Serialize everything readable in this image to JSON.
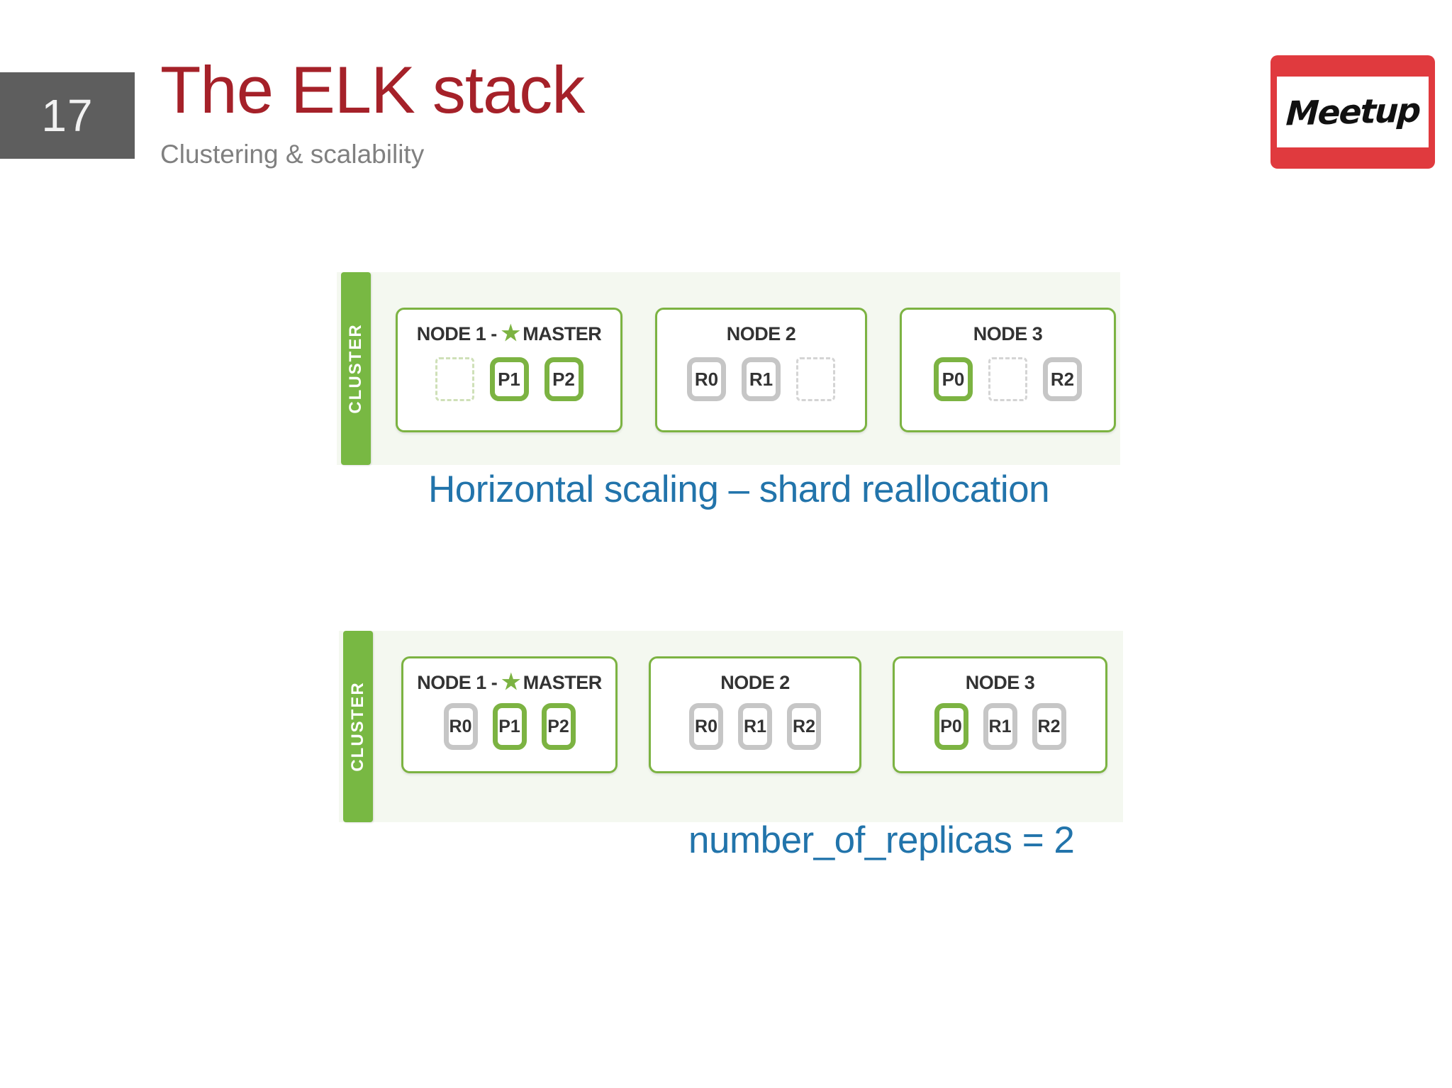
{
  "header": {
    "slide_number": "17",
    "title": "The ELK stack",
    "subtitle": "Clustering & scalability",
    "badge_color": "#5e5e5e",
    "title_color": "#a52129",
    "subtitle_color": "#808080"
  },
  "logo": {
    "name": "meetup-logo",
    "text": "Meetup",
    "frame_color": "#e03a3e"
  },
  "colors": {
    "cluster_green": "#78b843",
    "node_border_green": "#7cb342",
    "replica_grey": "#c6c6c6",
    "caption_blue": "#2274ab",
    "cluster_bg": "#f4f8f0"
  },
  "diagrams": [
    {
      "id": "cluster-top",
      "sidebar_label": "CLUSTER",
      "nodes": [
        {
          "title": "NODE 1 - ",
          "master_label": "MASTER",
          "is_master": true,
          "shards": [
            {
              "label": "",
              "type": "empty-green"
            },
            {
              "label": "P1",
              "type": "primary"
            },
            {
              "label": "P2",
              "type": "primary"
            }
          ]
        },
        {
          "title": "NODE 2",
          "master_label": "",
          "is_master": false,
          "shards": [
            {
              "label": "R0",
              "type": "replica"
            },
            {
              "label": "R1",
              "type": "replica"
            },
            {
              "label": "",
              "type": "empty-grey"
            }
          ]
        },
        {
          "title": "NODE 3",
          "master_label": "",
          "is_master": false,
          "shards": [
            {
              "label": "P0",
              "type": "primary"
            },
            {
              "label": "",
              "type": "empty-grey"
            },
            {
              "label": "R2",
              "type": "replica"
            }
          ]
        }
      ],
      "caption": "Horizontal scaling – shard reallocation"
    },
    {
      "id": "cluster-bottom",
      "sidebar_label": "CLUSTER",
      "nodes": [
        {
          "title": "NODE 1 - ",
          "master_label": "MASTER",
          "is_master": true,
          "shards": [
            {
              "label": "R0",
              "type": "replica"
            },
            {
              "label": "P1",
              "type": "primary"
            },
            {
              "label": "P2",
              "type": "primary"
            }
          ]
        },
        {
          "title": "NODE 2",
          "master_label": "",
          "is_master": false,
          "shards": [
            {
              "label": "R0",
              "type": "replica"
            },
            {
              "label": "R1",
              "type": "replica"
            },
            {
              "label": "R2",
              "type": "replica"
            }
          ]
        },
        {
          "title": "NODE 3",
          "master_label": "",
          "is_master": false,
          "shards": [
            {
              "label": "P0",
              "type": "primary"
            },
            {
              "label": "R1",
              "type": "replica"
            },
            {
              "label": "R2",
              "type": "replica"
            }
          ]
        }
      ],
      "caption": "number_of_replicas = 2"
    }
  ]
}
